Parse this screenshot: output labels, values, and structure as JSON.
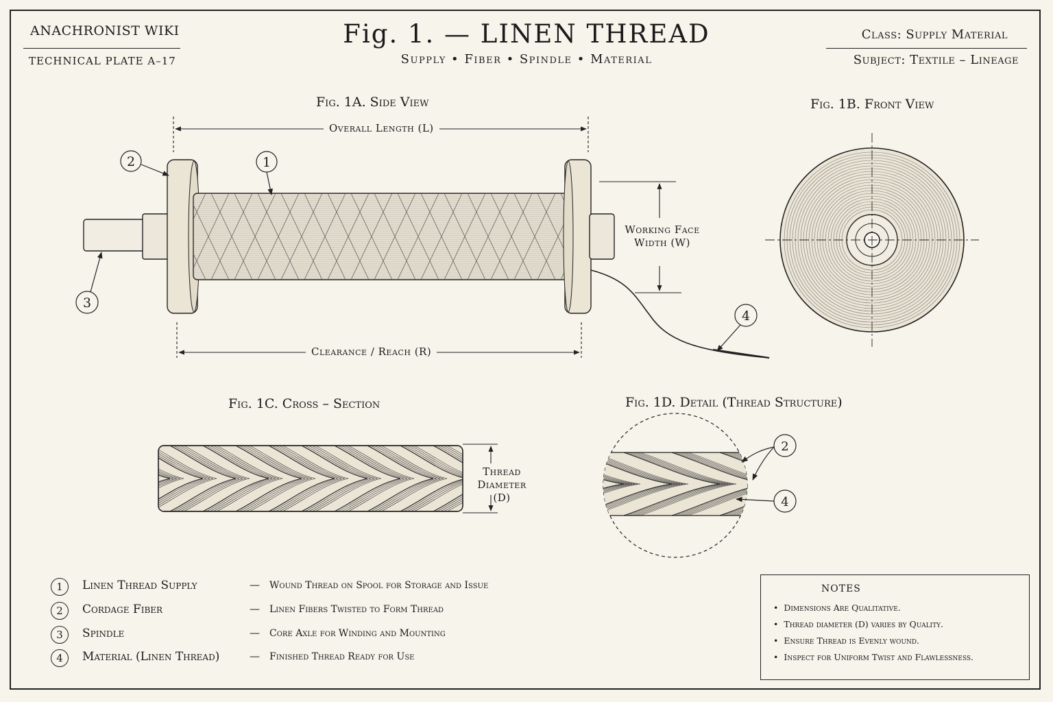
{
  "header": {
    "brand": "ANACHRONIST WIKI",
    "plate_id": "TECHNICAL PLATE A–17",
    "title": "Fig. 1. — LINEN THREAD",
    "subtitle": "Supply • Fiber • Spindle • Material",
    "class_line": "Class:  Supply Material",
    "subject_line": "Subject:  Textile – Lineage"
  },
  "figures": {
    "fig1a": "Fig. 1A.  Side View",
    "fig1b": "Fig. 1B.  Front View",
    "fig1c": "Fig. 1C.  Cross – Section",
    "fig1d": "Fig. 1D.  Detail (Thread Structure)"
  },
  "dimensions": {
    "length": "Overall Length (L)",
    "clearance": "Clearance / Reach (R)",
    "width": "Working Face Width (W)",
    "diameter": "Thread Diameter (D)"
  },
  "callouts": {
    "supply": "1",
    "fiber": "2",
    "spindle": "3",
    "material": "4"
  },
  "legend": [
    {
      "num": "1",
      "label": "Linen Thread Supply",
      "desc": "Wound Thread on Spool for Storage and Issue"
    },
    {
      "num": "2",
      "label": "Cordage Fiber",
      "desc": "Linen Fibers Twisted to Form Thread"
    },
    {
      "num": "3",
      "label": "Spindle",
      "desc": "Core Axle for Winding and Mounting"
    },
    {
      "num": "4",
      "label": "Material (Linen Thread)",
      "desc": "Finished Thread Ready for Use"
    }
  ],
  "legend_dash": "—",
  "notes": {
    "title": "NOTES",
    "items": [
      "Dimensions Are Qualitative.",
      "Thread diameter (D) varies by Quality.",
      "Ensure Thread is Evenly wound.",
      "Inspect for Uniform Twist and Flawlessness."
    ]
  },
  "colors": {
    "paper": "#f7f4ec",
    "ink": "#1a1a1a"
  }
}
